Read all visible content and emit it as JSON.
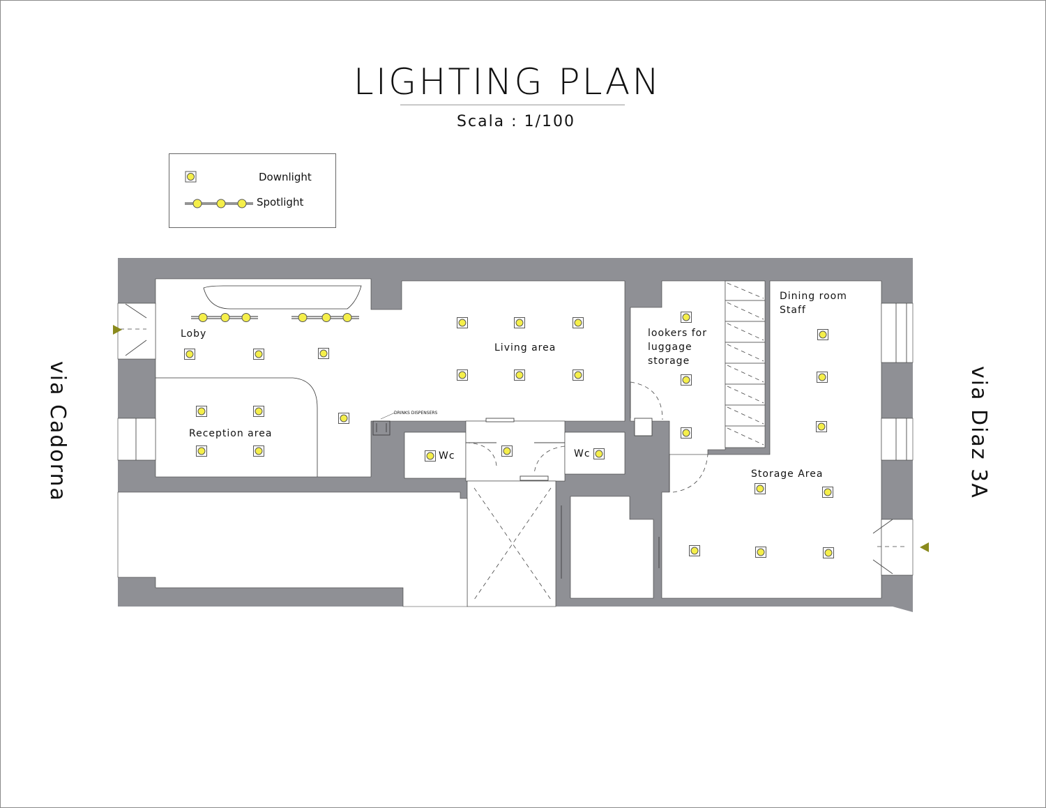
{
  "title": "LIGHTING PLAN",
  "subtitle": "Scala : 1/100",
  "legend": {
    "downlight": "Downlight",
    "spotlight": "Spotlight"
  },
  "rooms": {
    "loby": "Loby",
    "reception": "Reception area",
    "living": "Living area",
    "lookers_1": "lookers for",
    "lookers_2": "luggage",
    "lookers_3": "storage",
    "dining_1": "Dining room",
    "dining_2": "Staff",
    "storage_area": "Storage Area",
    "wc_left": "Wc",
    "wc_right": "Wc",
    "drinks": "DRINKS DISPENSERS"
  },
  "streets": {
    "left": "via Cadorna",
    "right": "via Diaz 3A"
  },
  "colors": {
    "wall": "#8f9095",
    "light_fill": "#f5ef4a",
    "entrance_marker": "#8a8a1c"
  }
}
